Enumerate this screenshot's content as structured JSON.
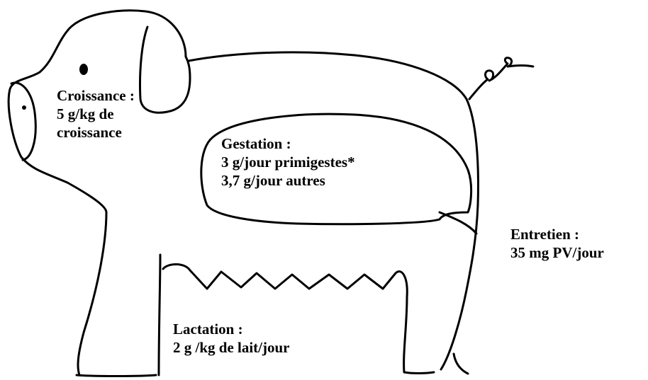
{
  "labels": {
    "croissance": {
      "title": "Croissance :",
      "line1": "5 g/kg de",
      "line2": "croissance"
    },
    "gestation": {
      "title": "Gestation :",
      "line1": "3 g/jour primigestes*",
      "line2": "3,7 g/jour autres"
    },
    "entretien": {
      "title": "Entretien :",
      "line1": "35 mg PV/jour"
    },
    "lactation": {
      "title": "Lactation :",
      "line1": "2 g /kg de lait/jour"
    }
  },
  "colors": {
    "stroke": "#000000",
    "background": "#ffffff",
    "text": "#000000"
  }
}
